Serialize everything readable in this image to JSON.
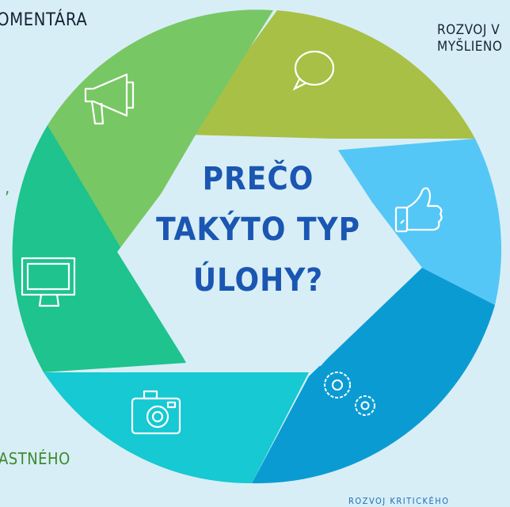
{
  "captions": {
    "top_left": "OMENTÁRA",
    "top_right_line1": "ROZVOJ V",
    "top_right_line2": "MYŠLIENO",
    "left_comma": ",",
    "bottom_left": "ASTNÉHO",
    "bottom_right": "ROZVOJ KRITICKÉHO"
  },
  "center": {
    "line1": "Prečo",
    "line2": "takýto typ",
    "line3": "úlohy?"
  },
  "colors": {
    "background": "#d8eef6",
    "seg_top": "#a8c046",
    "seg_right": "#55c7f6",
    "seg_bottom_right": "#0b9bd3",
    "seg_bottom": "#16c9d2",
    "seg_left": "#1ec38d",
    "seg_top_left": "#78c765",
    "title": "#1a56b2"
  },
  "icons": [
    "speech-bubble-icon",
    "thumbs-up-icon",
    "gears-icon",
    "camera-icon",
    "monitor-icon",
    "megaphone-icon"
  ]
}
